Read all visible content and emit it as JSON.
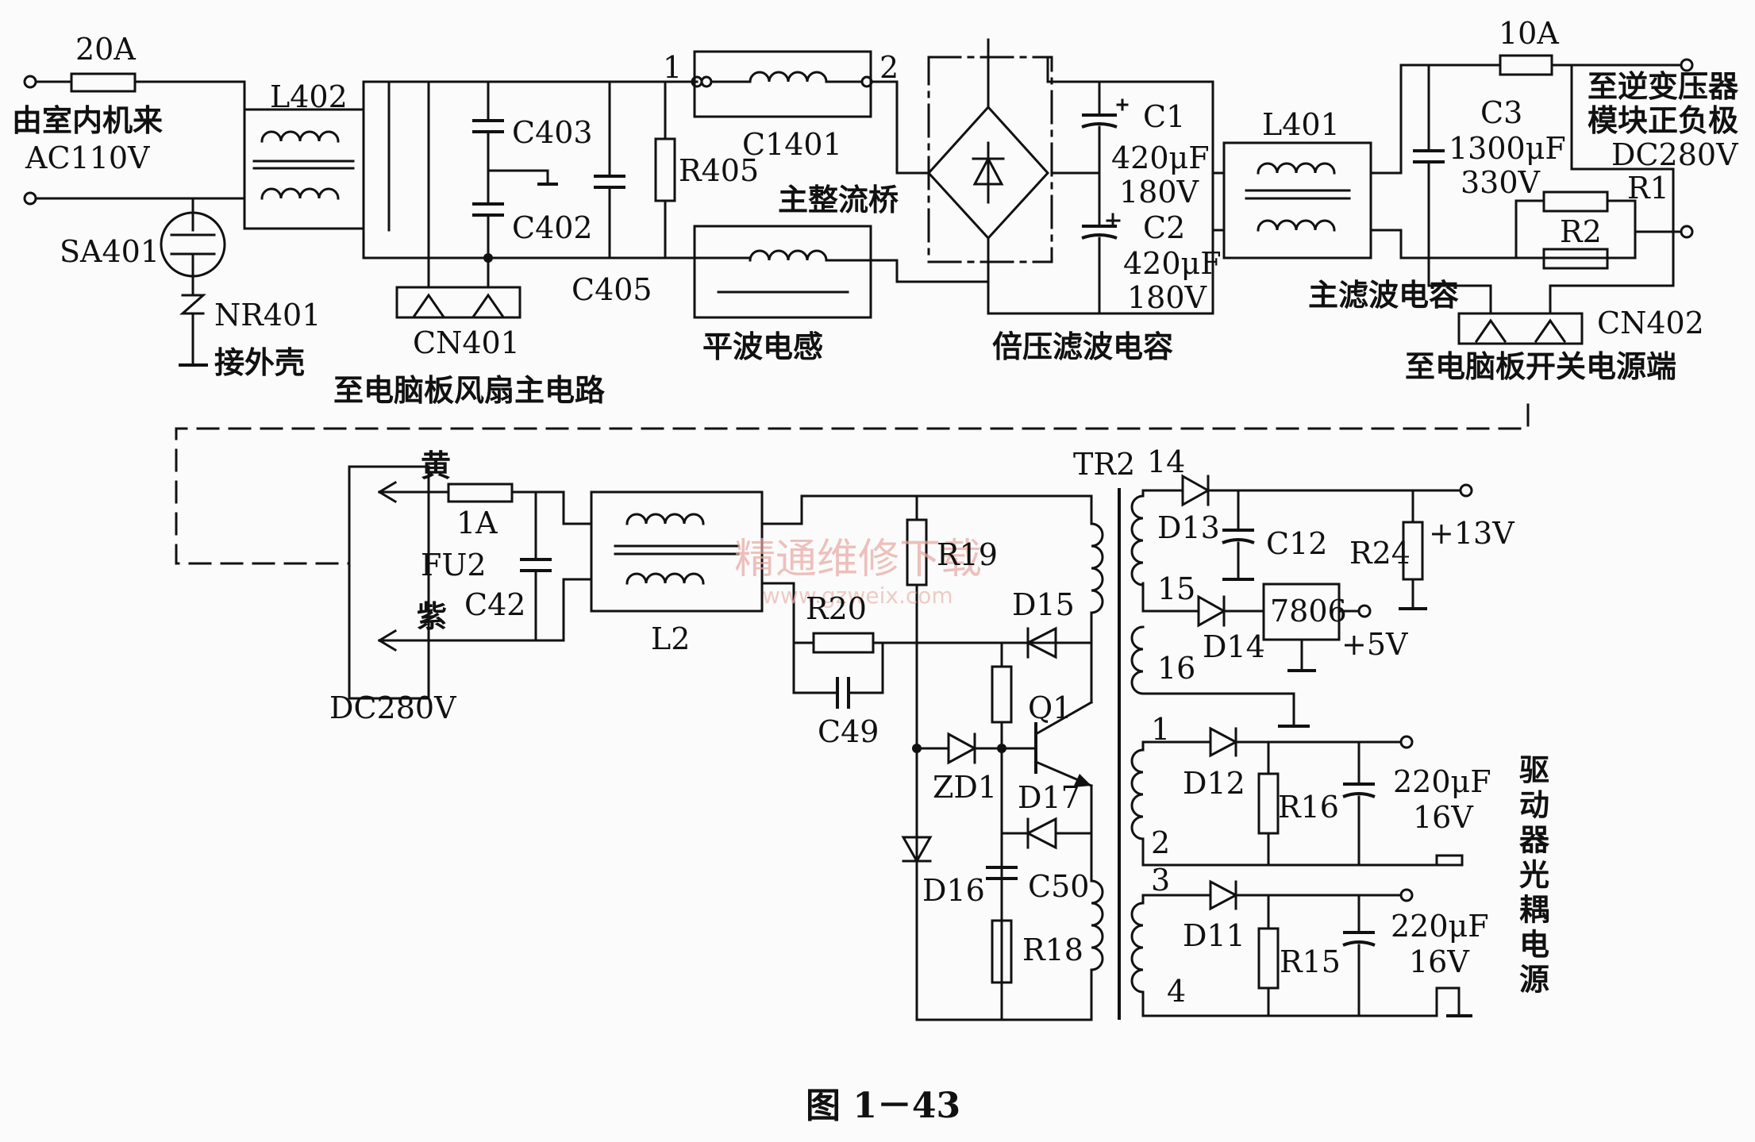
{
  "labels": {
    "fuse_20a": "20A",
    "input_src": "由室内机来",
    "input_ac": "AC110V",
    "l402": "L402",
    "sa401": "SA401",
    "nr401": "NR401",
    "case_gnd": "接外壳",
    "c403": "C403",
    "c402": "C402",
    "cn401": "CN401",
    "fan_main": "至电脑板风扇主电路",
    "c405": "C405",
    "r405": "R405",
    "node1": "1",
    "node2": "2",
    "c1401": "C1401",
    "bridge": "主整流桥",
    "smooth_l": "平波电感",
    "c1": "C1",
    "c1_val": "420μF",
    "c1_v": "180V",
    "c2": "C2",
    "c2_val": "420μF",
    "c2_v": "180V",
    "doubler": "倍压滤波电容",
    "l401": "L401",
    "fuse_10a": "10A",
    "c3": "C3",
    "c3_val": "1300μF",
    "c3_v": "330V",
    "to_inverter1": "至逆变压器",
    "to_inverter2": "模块正负极",
    "dc280_top": "DC280V",
    "r1": "R1",
    "r2": "R2",
    "main_filter": "主滤波电容",
    "cn402": "CN402",
    "switch_ps": "至电脑板开关电源端",
    "yellow": "黄",
    "fuse_1a": "1A",
    "fu2": "FU2",
    "purple": "紫",
    "c42": "C42",
    "dc280_bot": "DC280V",
    "l2": "L2",
    "tr2": "TR2",
    "r19": "R19",
    "r20": "R20",
    "c49": "C49",
    "d15": "D15",
    "q1": "Q1",
    "zd1": "ZD1",
    "d17": "D17",
    "d16": "D16",
    "c50": "C50",
    "r18": "R18",
    "p14": "14",
    "d13": "D13",
    "c12": "C12",
    "r24": "R24",
    "v13": "+13V",
    "p15": "15",
    "d14": "D14",
    "reg": "7806",
    "v5": "+5V",
    "p16": "16",
    "p1": "1",
    "d12": "D12",
    "r16": "R16",
    "c_220a": "220μF",
    "c_16a": "16V",
    "p2": "2",
    "p3": "3",
    "d11": "D11",
    "r15": "R15",
    "c_220b": "220μF",
    "c_16b": "16V",
    "p4": "4",
    "driver_ps": "驱动器光耦电源",
    "watermark": "精通维修下载",
    "watermark_url": "www.gzweix.com",
    "caption": "图 1－43"
  }
}
